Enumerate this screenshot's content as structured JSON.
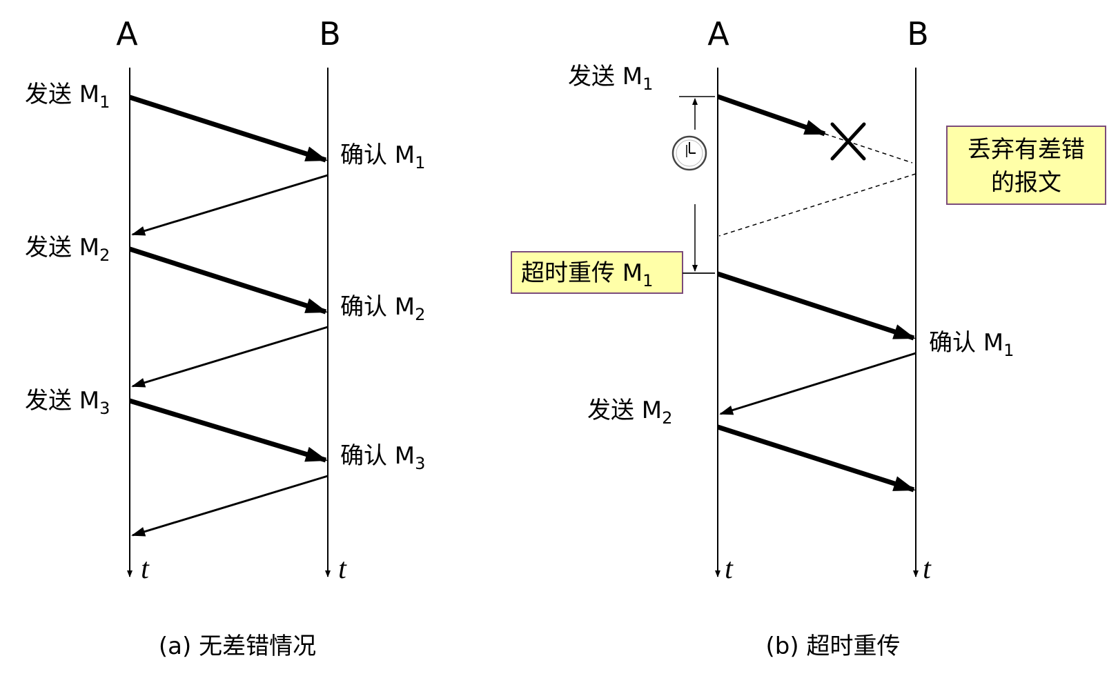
{
  "panel_a": {
    "host_a": "A",
    "host_b": "B",
    "time_a": "t",
    "time_b": "t",
    "send_prefix": "发送 M",
    "ack_prefix": "确认 M",
    "msg_indices": [
      "1",
      "2",
      "3"
    ],
    "caption": "(a) 无差错情况"
  },
  "panel_b": {
    "host_a": "A",
    "host_b": "B",
    "time_a": "t",
    "time_b": "t",
    "send1_prefix": "发送 M",
    "send1_index": "1",
    "discard_line1": "丢弃有差错",
    "discard_line2": "的报文",
    "retransmit_prefix": "超时重传 M",
    "retransmit_index": "1",
    "ack_prefix": "确认 M",
    "ack_index": "1",
    "send2_prefix": "发送 M",
    "send2_index": "2",
    "caption": "(b) 超时重传"
  },
  "colors": {
    "callout_fill": "#ffffa8",
    "callout_border": "#7a4a7a",
    "line": "#000000"
  },
  "icons": {
    "timer": "clock-icon",
    "lost": "cross-icon"
  }
}
